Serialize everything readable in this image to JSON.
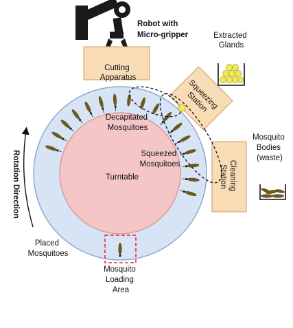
{
  "colors": {
    "ring_fill": "#d6e4f5",
    "ring_stroke": "#8ea9cc",
    "turntable_fill": "#f4c6c6",
    "turntable_stroke": "#d99a9a",
    "station_fill": "#f8dcb6",
    "station_stroke": "#d3a878",
    "mosquito": "#6b5a1e",
    "gland": "#f2ea55",
    "loading_box": "#e03030",
    "robot": "#1a1a1a"
  },
  "labels": {
    "robot": [
      "Robot with",
      "Micro-gripper"
    ],
    "cutting": [
      "Cutting",
      "Apparatus"
    ],
    "extracted": [
      "Extracted",
      "Glands"
    ],
    "squeezing": [
      "Squeezing",
      "Station"
    ],
    "cleaning": [
      "Cleaning",
      "Station"
    ],
    "bodies": [
      "Mosquito",
      "Bodies",
      "(waste)"
    ],
    "decapitated": [
      "Decapitated",
      "Mosquitoes"
    ],
    "squeezed": [
      "Squeezed",
      "Mosquitoes"
    ],
    "turntable": "Turntable",
    "rotation": "Rotation Direction",
    "placed": [
      "Placed",
      "Mosquitoes"
    ],
    "loading": [
      "Mosquito",
      "Loading",
      "Area"
    ]
  }
}
